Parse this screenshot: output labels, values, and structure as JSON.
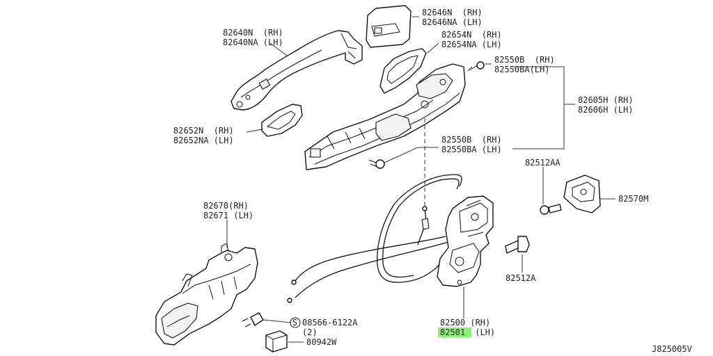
{
  "labels": {
    "p82646n": "82646N  (RH)",
    "p82646na": "82646NA (LH)",
    "p82640n": "82640N  (RH)",
    "p82640na": "82640NA (LH)",
    "p82654n": "82654N  (RH)",
    "p82654na": "82654NA (LH)",
    "p82550b_top": "82550B  (RH)",
    "p82550ba_top": "82550BA(LH)",
    "p82605h": "82605H (RH)",
    "p82606h": "82606H (LH)",
    "p82652n": "82652N  (RH)",
    "p82652na": "82652NA (LH)",
    "p82550b_mid": "82550B  (RH)",
    "p82550ba_mid": "82550BA (LH)",
    "p82512aa": "82512AA",
    "p82570m": "82570M",
    "p82670": "82670(RH)",
    "p82671": "82671 (LH)",
    "p82512a": "82512A",
    "screw_code": "08566-6122A",
    "screw_qty": "(2)",
    "p80942w": "80942W",
    "p82500": "82500 (RH)",
    "p82501": "82501",
    "p82501_side": " (LH)",
    "screw_symbol": "S",
    "diagram_code": "J825005V"
  },
  "highlight_color": "#8ef07a"
}
